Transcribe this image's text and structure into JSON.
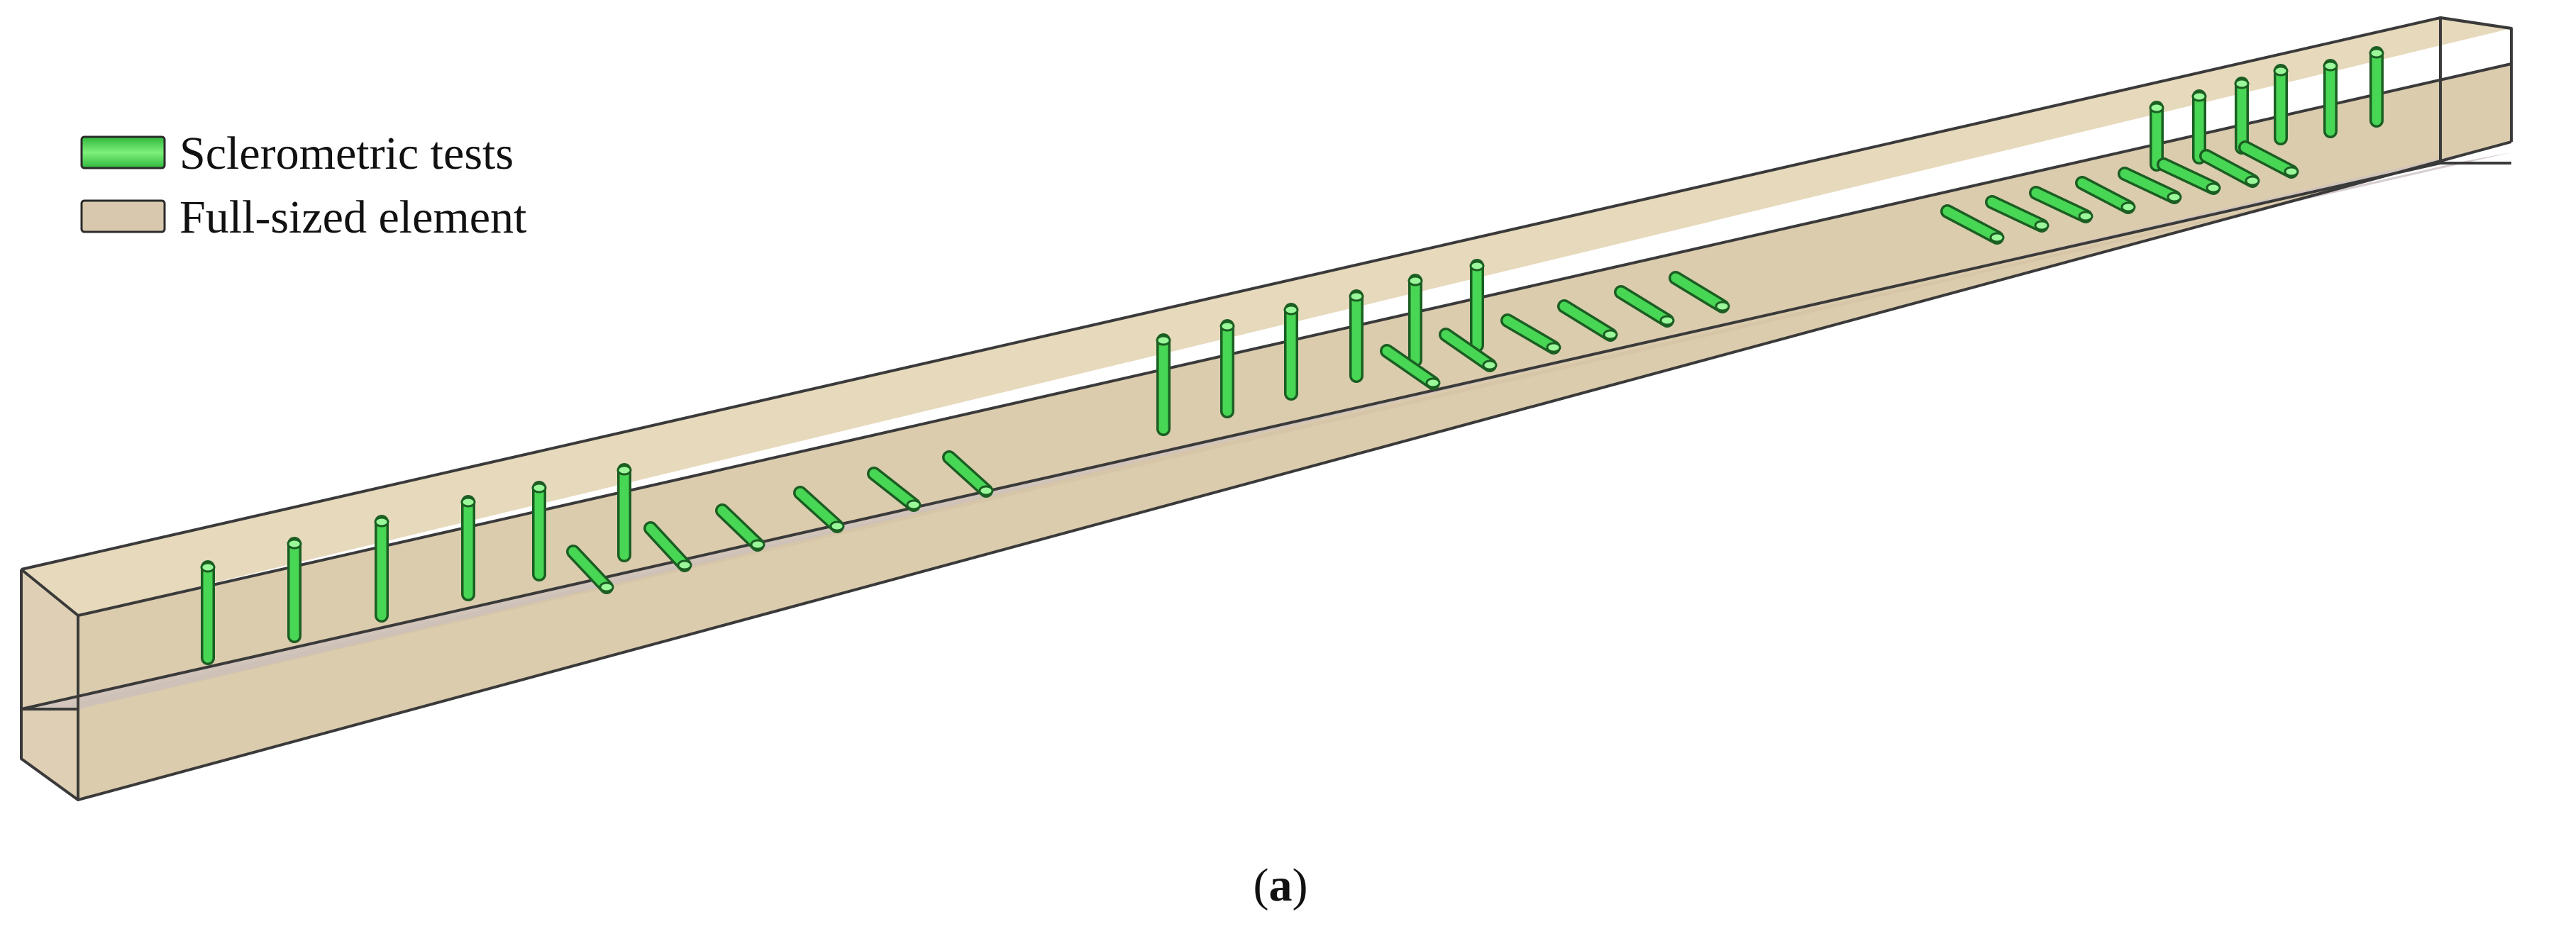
{
  "legend": {
    "items": [
      {
        "label": "Sclerometric tests",
        "color": "#3ecf4a",
        "border": "#2b2b2b"
      },
      {
        "label": "Full-sized element",
        "color": "#d8c8ad",
        "border": "#2b2b2b"
      }
    ]
  },
  "caption": {
    "open": "(",
    "letter": "a",
    "close": ")"
  },
  "colors": {
    "beam_fill": "#d9c7a6",
    "beam_bottom_face": "#cbbcc2",
    "beam_edge": "#3a3a3a",
    "test_green": "#3ecf4a",
    "test_dark": "#1e7a28"
  }
}
